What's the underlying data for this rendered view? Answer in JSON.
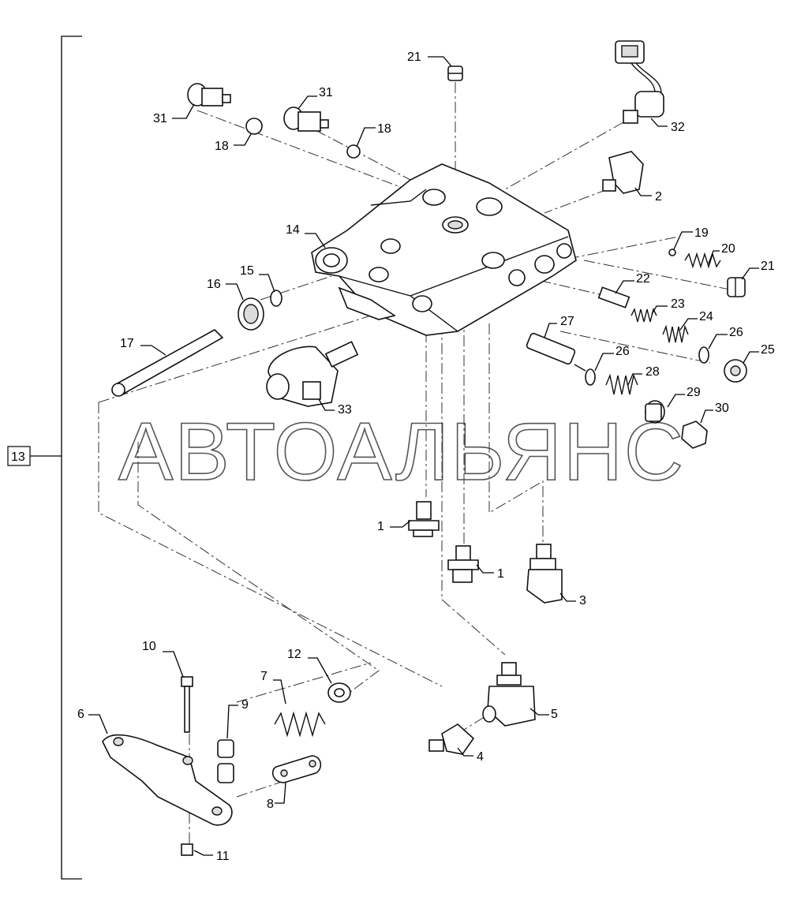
{
  "watermark": "АВТОАЛЬЯНС",
  "group_label": "13",
  "callouts": [
    {
      "id": "c21a",
      "text": "21"
    },
    {
      "id": "c31a",
      "text": "31"
    },
    {
      "id": "c31b",
      "text": "31"
    },
    {
      "id": "c18a",
      "text": "18"
    },
    {
      "id": "c18b",
      "text": "18"
    },
    {
      "id": "c32",
      "text": "32"
    },
    {
      "id": "c2",
      "text": "2"
    },
    {
      "id": "c14",
      "text": "14"
    },
    {
      "id": "c19",
      "text": "19"
    },
    {
      "id": "c20",
      "text": "20"
    },
    {
      "id": "c21b",
      "text": "21"
    },
    {
      "id": "c15",
      "text": "15"
    },
    {
      "id": "c16",
      "text": "16"
    },
    {
      "id": "c22",
      "text": "22"
    },
    {
      "id": "c23",
      "text": "23"
    },
    {
      "id": "c24",
      "text": "24"
    },
    {
      "id": "c26a",
      "text": "26"
    },
    {
      "id": "c25",
      "text": "25"
    },
    {
      "id": "c17",
      "text": "17"
    },
    {
      "id": "c27",
      "text": "27"
    },
    {
      "id": "c26b",
      "text": "26"
    },
    {
      "id": "c28",
      "text": "28"
    },
    {
      "id": "c29",
      "text": "29"
    },
    {
      "id": "c30",
      "text": "30"
    },
    {
      "id": "c33",
      "text": "33"
    },
    {
      "id": "c1a",
      "text": "1"
    },
    {
      "id": "c1b",
      "text": "1"
    },
    {
      "id": "c3",
      "text": "3"
    },
    {
      "id": "c10",
      "text": "10"
    },
    {
      "id": "c12",
      "text": "12"
    },
    {
      "id": "c7",
      "text": "7"
    },
    {
      "id": "c9",
      "text": "9"
    },
    {
      "id": "c6",
      "text": "6"
    },
    {
      "id": "c5",
      "text": "5"
    },
    {
      "id": "c4",
      "text": "4"
    },
    {
      "id": "c8",
      "text": "8"
    },
    {
      "id": "c11",
      "text": "11"
    }
  ]
}
